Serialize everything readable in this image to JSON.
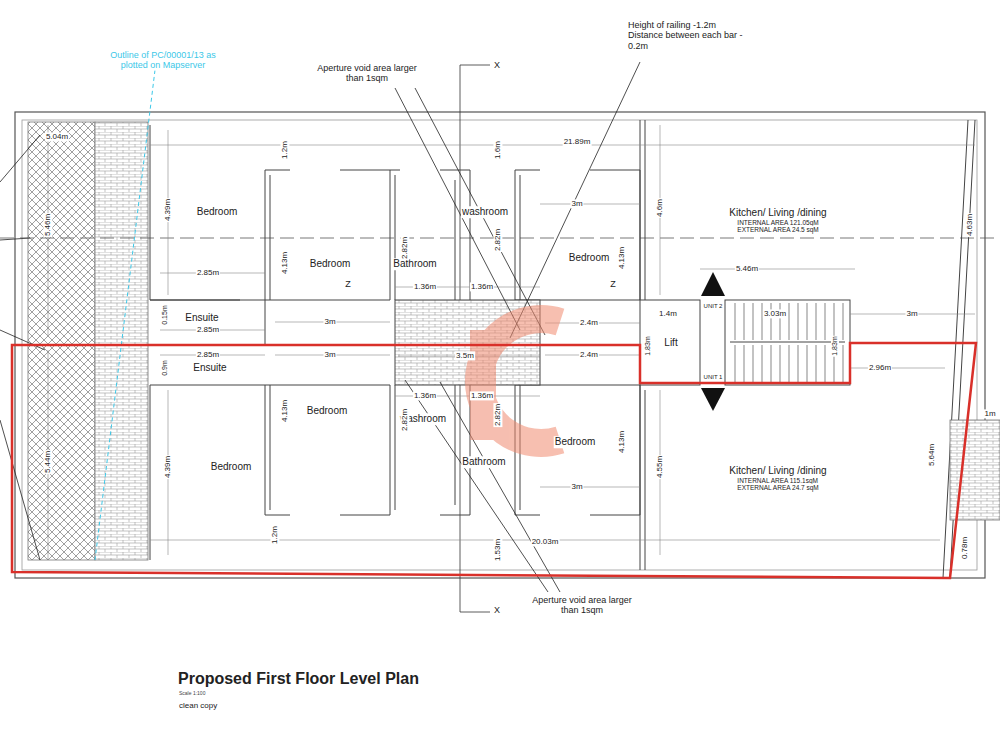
{
  "diagram": {
    "title": "Proposed First Floor Level Plan",
    "nodes": [
      {
        "text": [
          "Bedroom"
        ]
      },
      {
        "text": [
          "washroom"
        ]
      },
      {
        "text": [
          "Kitchen/ Living /dining",
          "INTERNAL AREA 121.05qM",
          "EXTERNAL AREA 24.5 sqM"
        ]
      },
      {
        "text": [
          "Bedroom"
        ]
      },
      {
        "text": [
          "Bedroom"
        ]
      },
      {
        "text": [
          "Bathroom"
        ]
      },
      {
        "text": [
          "Ensuite"
        ]
      },
      {
        "text": [
          "Lift"
        ]
      },
      {
        "text": [
          "Ensuite"
        ]
      },
      {
        "text": [
          "Bedroom"
        ]
      },
      {
        "text": [
          "washroom"
        ]
      },
      {
        "text": [
          "Bedroom"
        ]
      },
      {
        "text": [
          "Bathroom"
        ]
      },
      {
        "text": [
          "Bedroom"
        ]
      },
      {
        "text": [
          "Kitchen/ Living /dining",
          "INTERNAL AREA 115.1sqM",
          "EXTERNAL AREA 24.7 sqM"
        ]
      }
    ],
    "labels": [
      "Outline of PC/00001/13 as plotted on Mapserver",
      "Aperture void area larger than 1sqm",
      "X",
      "Height of railing -1.2m Distance between each bar - 0.2m",
      "5.04m",
      "5.46m",
      "1.2m",
      "4.39m",
      "2.85m",
      "4.13m",
      "2.82m",
      "1.6m",
      "21.89m",
      "2.82m",
      "3m",
      "4.13m",
      "4.6m",
      "5.46m",
      "4.63m",
      "0.15m",
      "2.85m",
      "3m",
      "Z",
      "1.36m",
      "1.36m",
      "Z",
      "2.4m",
      "1.4m",
      "UNIT 2",
      "3.03m",
      "1.83m",
      "1.83m",
      "3m",
      "3.5m",
      "2.85m",
      "0.9m",
      "3m",
      "2.4m",
      "UNIT 1",
      "2.96m",
      "1m",
      "1.36m",
      "1.36m",
      "5.44m",
      "4.39m",
      "4.13m",
      "2.82m",
      "2.82m",
      "4.13m",
      "3m",
      "4.55m",
      "5.64m",
      "1.2m",
      "1.53m",
      "20.03m",
      "0.78m",
      "Aperture void area larger than 1sqm",
      "X",
      "Scale 1:100",
      "clean copy"
    ]
  }
}
